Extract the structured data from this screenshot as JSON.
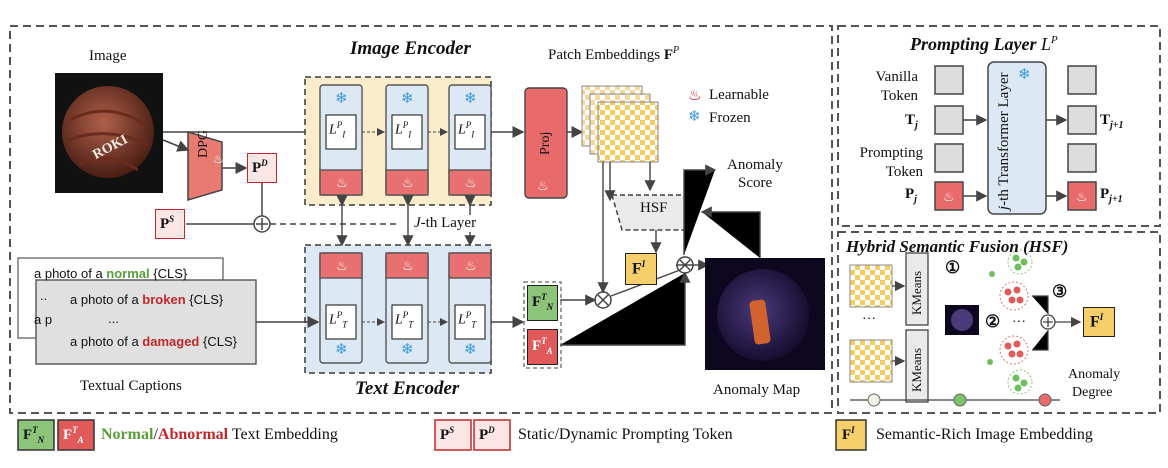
{
  "main": {
    "image_label": "Image",
    "dpg_label": "DPG",
    "image_encoder_title": "Image Encoder",
    "text_encoder_title": "Text Encoder",
    "patch_embeddings_label": "Patch Embeddings",
    "patch_embeddings_symbol": "F",
    "patch_embeddings_sup": "P",
    "proj_label": "Proj",
    "hsf_label": "HSF",
    "anomaly_score_line1": "Anomaly",
    "anomaly_score_line2": "Score",
    "jth_layer_italic": "J",
    "jth_layer_rest": "-th Layer",
    "anomaly_map_label": "Anomaly Map",
    "textual_captions_label": "Textual Captions",
    "learnable_label": "Learnable",
    "frozen_label": "Frozen",
    "layer_image_sub": "I",
    "layer_text_sub": "T",
    "layer_sup": "P",
    "caption_normal": {
      "prefix": "a photo of a",
      "word": "normal",
      "suffix": "{CLS}"
    },
    "caption_broken": {
      "prefix": "a photo of a",
      "word": "broken",
      "suffix": "{CLS}"
    },
    "caption_damaged": {
      "prefix": "a photo of a",
      "word": "damaged",
      "suffix": "{CLS}"
    },
    "caption_ellipsis": "...",
    "caption_behind_ellipsis": "..",
    "caption_behind_partial": "a p",
    "ball_text": "ROKI",
    "ellipsis_dots": "···"
  },
  "prompting_layer": {
    "title": "Prompting Layer",
    "title_symbol": "L",
    "title_sup": "P",
    "vanilla_token": "Vanilla Token",
    "prompting_token": "Prompting Token",
    "t_j": "T",
    "t_j_sub": "j",
    "t_j1_sub": "j+1",
    "p_j": "P",
    "p_j_sub": "j",
    "p_j1_sub": "j+1",
    "transformer_label_italic": "j",
    "transformer_label_rest": "-th Transformer Layer"
  },
  "hsf": {
    "title": "Hybrid Semantic Fusion (HSF)",
    "kmeans": "KMeans",
    "step1": "①",
    "step2": "②",
    "step3": "③",
    "output_symbol": "F",
    "output_sup": "I",
    "anomaly_degree_line1": "Anomaly",
    "anomaly_degree_line2": "Degree"
  },
  "legend": {
    "normal_word": "Normal",
    "slash": "/",
    "abnormal_word": "Abnormal",
    "text_embedding": "Text Embedding",
    "prompting_token_text": "Static/Dynamic Prompting Token",
    "image_embedding_text": "Semantic-Rich Image Embedding"
  },
  "tokens": {
    "f_symbol": "F",
    "f_n_sup": "T",
    "f_n_sub": "N",
    "f_a_sup": "T",
    "f_a_sub": "A",
    "f_i_sup": "I",
    "p_symbol": "P",
    "p_s_sup": "S",
    "p_d_sup": "D"
  },
  "colors": {
    "normal_green": "#5a9e3a",
    "abnormal_red": "#c0282a",
    "encoder_image_bg": "#fbeccc",
    "encoder_text_bg": "#dce9f5",
    "flame_red": "#e06060",
    "proj_red": "#e86a6a",
    "green_token": "#8cc47a",
    "red_token": "#e05a5a",
    "yellow_token": "#f6cf6a",
    "hsf_bg": "#eaeaea"
  }
}
